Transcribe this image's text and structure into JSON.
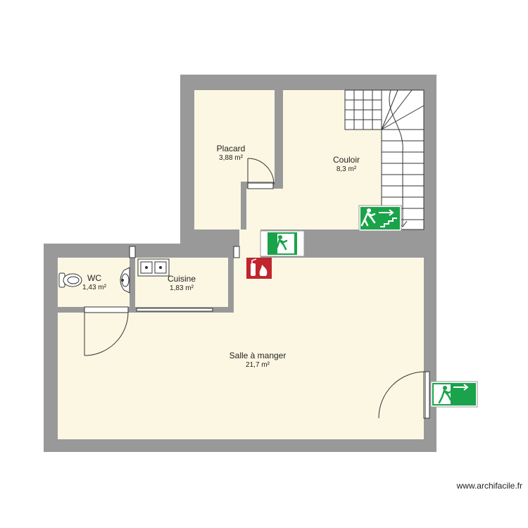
{
  "colors": {
    "wall": "#999999",
    "floor": "#fbf7e3",
    "exit_green": "#1aa34a",
    "extinguisher_red": "#c0262d",
    "line": "#333333"
  },
  "rooms": {
    "placard": {
      "name": "Placard",
      "area": "3,88 m²"
    },
    "couloir": {
      "name": "Couloir",
      "area": "8,3 m²"
    },
    "wc": {
      "name": "WC",
      "area": "1,43 m²"
    },
    "cuisine": {
      "name": "Cuisine",
      "area": "1,83 m²"
    },
    "salle": {
      "name": "Salle à manger",
      "area": "21,7 m²"
    }
  },
  "icons": [
    "staircase-icon",
    "emergency-exit-icon",
    "fire-extinguisher-icon",
    "toilet-icon",
    "washbasin-icon",
    "kitchen-sink-icon",
    "door-swing-icon"
  ],
  "watermark": "www.archifacile.fr"
}
